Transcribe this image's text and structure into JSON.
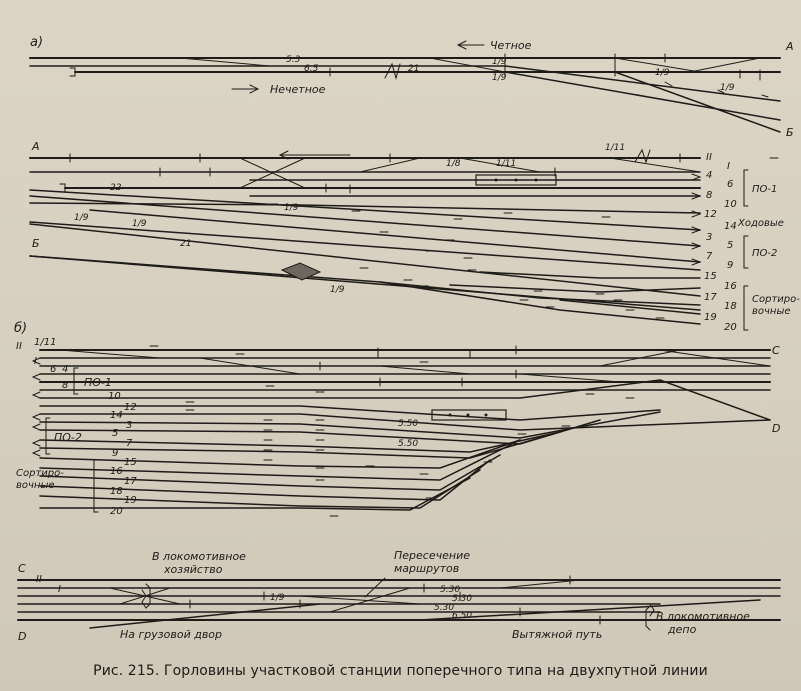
{
  "caption": "Рис. 215. Горловины участковой станции поперечного типа на двухпутной линии",
  "panel_a": {
    "label": "а)",
    "dir_even": "Четное",
    "dir_odd": "Нечетное",
    "ends": [
      "А",
      "Б"
    ],
    "switch_labels": [
      "5.3",
      "6.5",
      "21",
      "1/9",
      "1/9",
      "1/9",
      "1/9"
    ]
  },
  "panel_a2": {
    "ends": [
      "А",
      "Б"
    ],
    "track_numbers": [
      "II",
      "I",
      "4",
      "6",
      "8",
      "10",
      "12",
      "14",
      "3",
      "5",
      "7",
      "9",
      "15",
      "16",
      "17",
      "18",
      "19",
      "20"
    ],
    "groups": [
      "ПО-1",
      "Ходовые",
      "ПО-2",
      "Сортиро-",
      "вочные"
    ],
    "switch_labels": [
      "1/11",
      "1/8",
      "1/11",
      "22",
      "1/9",
      "1/9",
      "1/9",
      "21",
      "1/9"
    ]
  },
  "panel_b": {
    "label": "б)",
    "ends": [
      "С",
      "D"
    ],
    "track_numbers": [
      "II",
      "1/11",
      "I",
      "6",
      "4",
      "8",
      "10",
      "12",
      "14",
      "3",
      "5",
      "7",
      "9",
      "15",
      "16",
      "17",
      "18",
      "19",
      "20"
    ],
    "groups": [
      "ПО-1",
      "ПО-2",
      "Сортиро-",
      "вочные"
    ],
    "switch_labels": [
      "5.50",
      "5.50"
    ]
  },
  "panel_c": {
    "ends": [
      "С",
      "D"
    ],
    "track_numbers": [
      "II",
      "I"
    ],
    "notes": [
      "В локомотивное",
      "хозяйство",
      "Пересечение",
      "маршрутов",
      "На грузовой двор",
      "Вытяжной путь",
      "В локомотивное",
      "депо"
    ],
    "switch_labels": [
      "1/9",
      "5.30",
      "5.30",
      "5.30",
      "6.50"
    ]
  }
}
